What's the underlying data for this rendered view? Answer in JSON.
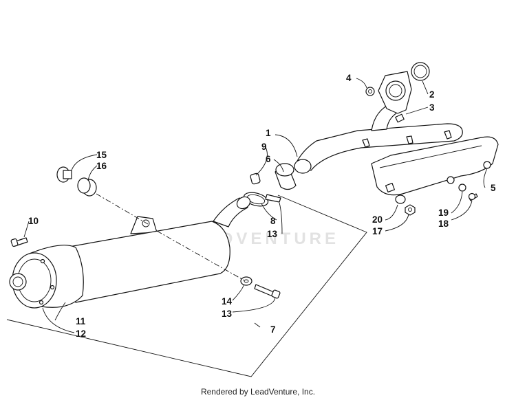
{
  "watermark": "LEADVENTURE",
  "footer": "Rendered by LeadVenture, Inc.",
  "callouts": {
    "c1": "1",
    "c2": "2",
    "c3": "3",
    "c4": "4",
    "c5": "5",
    "c6": "6",
    "c7": "7",
    "c8": "8",
    "c9": "9",
    "c10": "10",
    "c11": "11",
    "c12": "12",
    "c13a": "13",
    "c13b": "13",
    "c14": "14",
    "c15": "15",
    "c16": "16",
    "c17": "17",
    "c18": "18",
    "c19": "19",
    "c20": "20"
  },
  "parts": {
    "p1": "exhaust-header-pipe",
    "p2": "exhaust-gasket",
    "p3": "exhaust-flange",
    "p4": "flange-nut",
    "p5": "heat-shield",
    "p6": "pipe-gasket",
    "p7": "muffler-assembly",
    "p8": "clamp",
    "p9": "spring",
    "p10": "bolt",
    "p11": "spark-arrestor",
    "p12": "end-cap-screw",
    "p13": "washer",
    "p14": "cap-screw",
    "p15": "grommet-collar",
    "p16": "grommet",
    "p17": "nut",
    "p18": "washer",
    "p19": "screw",
    "p20": "grommet"
  }
}
